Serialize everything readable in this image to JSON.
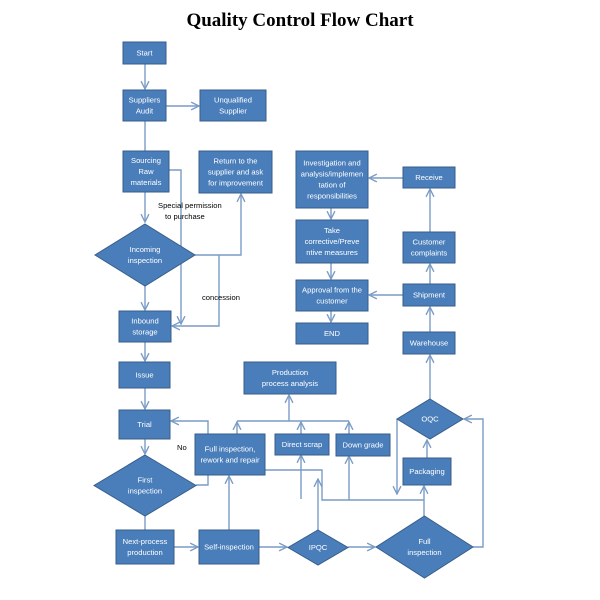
{
  "title": "Quality Control Flow Chart",
  "colors": {
    "node_fill": "#4a7ebb",
    "node_border": "#385d8a",
    "connector": "#7a9cc6",
    "label_text": "#000000"
  },
  "nodes": [
    {
      "id": "start",
      "shape": "rect",
      "lines": [
        "Start"
      ]
    },
    {
      "id": "suppliers-audit",
      "shape": "rect",
      "lines": [
        "Suppliers",
        "Audit"
      ]
    },
    {
      "id": "unqualified-supplier",
      "shape": "rect",
      "lines": [
        "Unqualified",
        "Supplier"
      ]
    },
    {
      "id": "sourcing-raw-materials",
      "shape": "rect",
      "lines": [
        "Sourcing",
        "Raw",
        "materials"
      ]
    },
    {
      "id": "return-to-supplier",
      "shape": "rect",
      "lines": [
        "Return to the",
        "supplier and ask",
        "for improvement"
      ]
    },
    {
      "id": "incoming-inspection",
      "shape": "diamond",
      "lines": [
        "Incoming",
        "inspection"
      ]
    },
    {
      "id": "inbound-storage",
      "shape": "rect",
      "lines": [
        "Inbound",
        "storage"
      ]
    },
    {
      "id": "issue",
      "shape": "rect",
      "lines": [
        "Issue"
      ]
    },
    {
      "id": "trial",
      "shape": "rect",
      "lines": [
        "Trial"
      ]
    },
    {
      "id": "first-inspection",
      "shape": "diamond",
      "lines": [
        "First",
        "inspection"
      ]
    },
    {
      "id": "next-process-production",
      "shape": "rect",
      "lines": [
        "Next-process",
        "production"
      ]
    },
    {
      "id": "self-inspection",
      "shape": "rect",
      "lines": [
        "Self-inspection"
      ]
    },
    {
      "id": "ipqc",
      "shape": "diamond",
      "lines": [
        "IPQC"
      ]
    },
    {
      "id": "full-inspection-diamond",
      "shape": "diamond",
      "lines": [
        "Full",
        "inspection"
      ]
    },
    {
      "id": "full-inspection-rework",
      "shape": "rect",
      "lines": [
        "Full inspection,",
        "rework and repair"
      ]
    },
    {
      "id": "direct-scrap",
      "shape": "rect",
      "lines": [
        "Direct scrap"
      ]
    },
    {
      "id": "down-grade",
      "shape": "rect",
      "lines": [
        "Down grade"
      ]
    },
    {
      "id": "production-process-analysis",
      "shape": "rect",
      "lines": [
        "Production",
        "process analysis"
      ]
    },
    {
      "id": "packaging",
      "shape": "rect",
      "lines": [
        "Packaging"
      ]
    },
    {
      "id": "oqc",
      "shape": "diamond",
      "lines": [
        "OQC"
      ]
    },
    {
      "id": "warehouse",
      "shape": "rect",
      "lines": [
        "Warehouse"
      ]
    },
    {
      "id": "shipment",
      "shape": "rect",
      "lines": [
        "Shipment"
      ]
    },
    {
      "id": "customer-complaints",
      "shape": "rect",
      "lines": [
        "Customer",
        "complaints"
      ]
    },
    {
      "id": "receive",
      "shape": "rect",
      "lines": [
        "Receive"
      ]
    },
    {
      "id": "investigation",
      "shape": "rect",
      "lines": [
        "Investigation and",
        "analysis/implemen",
        "tation of",
        "responsibilities"
      ]
    },
    {
      "id": "take-corrective",
      "shape": "rect",
      "lines": [
        "Take",
        "corrective/Preve",
        "ntive measures"
      ]
    },
    {
      "id": "approval",
      "shape": "rect",
      "lines": [
        "Approval from the",
        "customer"
      ]
    },
    {
      "id": "end",
      "shape": "rect",
      "lines": [
        "END"
      ]
    }
  ],
  "edge_labels": {
    "special_permission_1": "Special permission",
    "special_permission_2": "to purchase",
    "concession": "concession",
    "no": "No"
  },
  "edges": [
    {
      "from": "start",
      "to": "suppliers-audit"
    },
    {
      "from": "suppliers-audit",
      "to": "unqualified-supplier"
    },
    {
      "from": "suppliers-audit",
      "to": "sourcing-raw-materials"
    },
    {
      "from": "sourcing-raw-materials",
      "to": "incoming-inspection"
    },
    {
      "from": "sourcing-raw-materials",
      "to": "inbound-storage",
      "label": "Special permission to purchase"
    },
    {
      "from": "incoming-inspection",
      "to": "return-to-supplier"
    },
    {
      "from": "incoming-inspection",
      "to": "inbound-storage",
      "label": "concession"
    },
    {
      "from": "incoming-inspection",
      "to": "inbound-storage"
    },
    {
      "from": "inbound-storage",
      "to": "issue"
    },
    {
      "from": "issue",
      "to": "trial"
    },
    {
      "from": "trial",
      "to": "first-inspection"
    },
    {
      "from": "first-inspection",
      "to": "trial",
      "label": "No"
    },
    {
      "from": "first-inspection",
      "to": "next-process-production"
    },
    {
      "from": "next-process-production",
      "to": "self-inspection"
    },
    {
      "from": "self-inspection",
      "to": "full-inspection-rework"
    },
    {
      "from": "self-inspection",
      "to": "ipqc"
    },
    {
      "from": "ipqc",
      "to": "full-inspection-diamond"
    },
    {
      "from": "ipqc",
      "to": "full-inspection-rework"
    },
    {
      "from": "full-inspection-rework",
      "to": "production-process-analysis"
    },
    {
      "from": "direct-scrap",
      "to": "production-process-analysis"
    },
    {
      "from": "down-grade",
      "to": "production-process-analysis"
    },
    {
      "from": "full-inspection-diamond",
      "to": "packaging"
    },
    {
      "from": "full-inspection-diamond",
      "to": "oqc"
    },
    {
      "from": "packaging",
      "to": "oqc"
    },
    {
      "from": "oqc",
      "to": "warehouse"
    },
    {
      "from": "oqc",
      "to": "packaging"
    },
    {
      "from": "warehouse",
      "to": "shipment"
    },
    {
      "from": "shipment",
      "to": "customer-complaints"
    },
    {
      "from": "shipment",
      "to": "approval"
    },
    {
      "from": "customer-complaints",
      "to": "receive"
    },
    {
      "from": "receive",
      "to": "investigation"
    },
    {
      "from": "investigation",
      "to": "take-corrective"
    },
    {
      "from": "take-corrective",
      "to": "approval"
    },
    {
      "from": "approval",
      "to": "end"
    }
  ]
}
